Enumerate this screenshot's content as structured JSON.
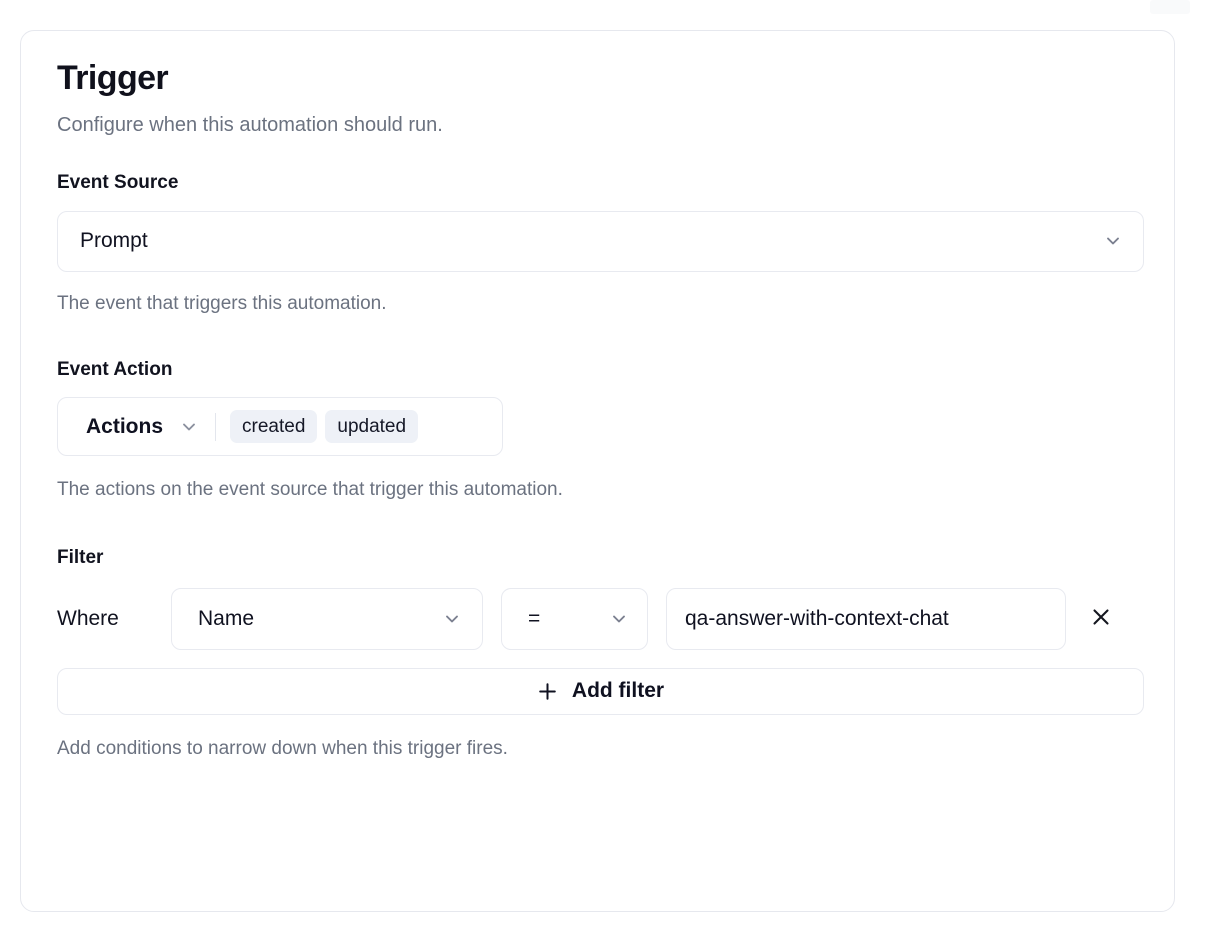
{
  "card": {
    "title": "Trigger",
    "subtitle": "Configure when this automation should run."
  },
  "event_source": {
    "label": "Event Source",
    "value": "Prompt",
    "helper": "The event that triggers this automation.",
    "chevron_icon": "chevron-down-icon"
  },
  "event_action": {
    "label": "Event Action",
    "trigger_label": "Actions",
    "chevron_icon": "chevron-down-icon",
    "chips": [
      "created",
      "updated"
    ],
    "helper": "The actions on the event source that trigger this automation."
  },
  "filter": {
    "label": "Filter",
    "where_label": "Where",
    "field_value": "Name",
    "operator_value": "=",
    "value": "qa-answer-with-context-chat",
    "remove_icon": "close-icon",
    "add_button_label": "Add filter",
    "add_button_icon": "plus-icon",
    "helper": "Add conditions to narrow down when this trigger fires."
  },
  "colors": {
    "text_primary": "#0f1120",
    "text_muted": "#6b7280",
    "border": "#e8eaf0",
    "chip_bg": "#eef1f7",
    "card_bg": "#ffffff"
  }
}
